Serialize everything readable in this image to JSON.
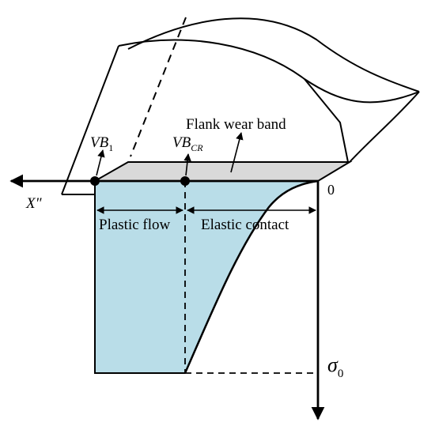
{
  "labels": {
    "flank_wear_band": "Flank wear band",
    "plastic_flow": "Plastic flow",
    "elastic_contact": "Elastic contact",
    "origin": "0",
    "x_axis": "X\"",
    "vb1_main": "VB",
    "vb1_sub": "1",
    "vbcr_main": "VB",
    "vbcr_sub": "CR",
    "sigma_main": "σ",
    "sigma_sub": "0"
  },
  "colors": {
    "stress_fill": "#b9dde8",
    "wear_band_fill": "#d9d9d9",
    "stroke": "#000000"
  }
}
